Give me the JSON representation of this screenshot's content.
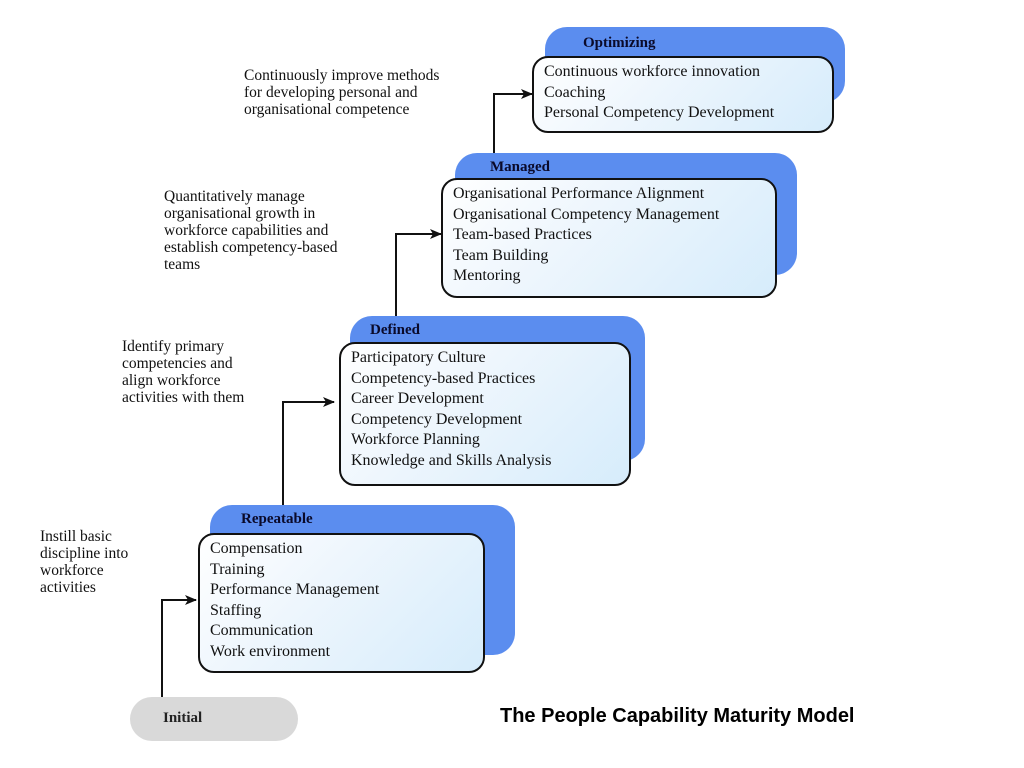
{
  "levels": [
    {
      "name": "Repeatable",
      "description": "Instill basic discipline into workforce activities",
      "note_lines": [
        "Instill basic",
        "discipline into",
        "workforce",
        "activities"
      ],
      "practices": [
        "Compensation",
        "Training",
        "Performance Management",
        "Staffing",
        "Communication",
        "Work environment"
      ]
    },
    {
      "name": "Defined",
      "description": "Identify primary competencies and align workforce activities with them",
      "note_lines": [
        "Identify primary",
        "competencies and",
        "align workforce",
        "activities with them"
      ],
      "practices": [
        "Participatory Culture",
        "Competency-based Practices",
        "Career Development",
        "Competency Development",
        "Workforce Planning",
        "Knowledge and Skills Analysis"
      ]
    },
    {
      "name": "Managed",
      "description": "Quantitatively manage organisational growth in workforce capabilities and establish competency-based teams",
      "note_lines": [
        "Quantitatively manage",
        "organisational growth in",
        "workforce capabilities and",
        "establish competency-based",
        "teams"
      ],
      "practices": [
        "Organisational Performance Alignment",
        "Organisational Competency Management",
        "Team-based Practices",
        "Team Building",
        "Mentoring"
      ]
    },
    {
      "name": "Optimizing",
      "description": "Continuously improve methods for developing personal and organisational competence",
      "note_lines": [
        "Continuously improve methods",
        "for developing personal and",
        "organisational competence"
      ],
      "practices": [
        "Continuous workforce innovation",
        "Coaching",
        "Personal Competency Development"
      ]
    }
  ],
  "initial_label": "Initial",
  "caption": "The People Capability Maturity Model",
  "colors": {
    "shadow": "#5b8def",
    "box_border": "#111111",
    "initial_fill": "#d9d9d9"
  }
}
